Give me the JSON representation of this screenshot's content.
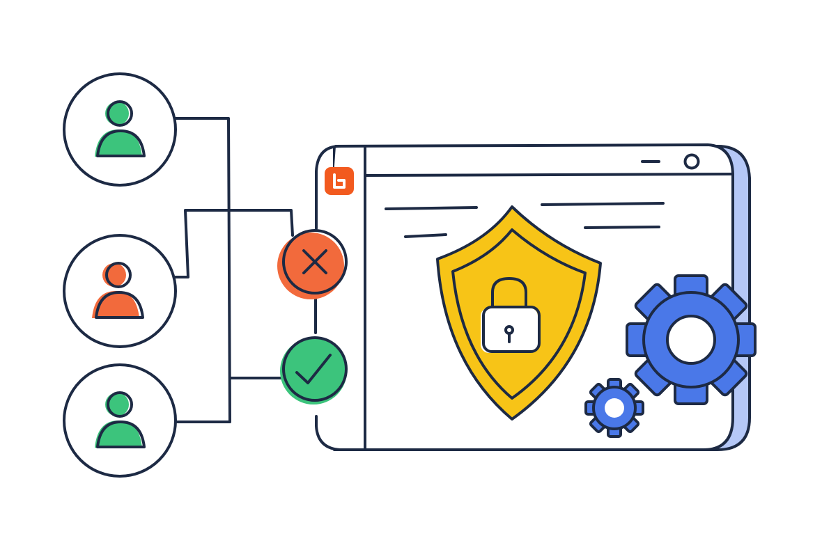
{
  "colors": {
    "outline": "#1d2a44",
    "allowed": "#3cc47c",
    "denied": "#f26a3c",
    "shield": "#f7c417",
    "gear": "#4a78e8",
    "window_shadow": "#b5c8f7",
    "logo": "#f25a1f"
  },
  "users": [
    {
      "icon": "user-icon",
      "status": "allowed"
    },
    {
      "icon": "user-icon",
      "status": "denied"
    },
    {
      "icon": "user-icon",
      "status": "allowed"
    }
  ],
  "decisions": [
    {
      "icon": "x-icon",
      "status": "denied"
    },
    {
      "icon": "check-icon",
      "status": "allowed"
    }
  ],
  "window": {
    "controls": [
      "minimize-icon",
      "maximize-icon"
    ],
    "logo_icon": "brand-logo-icon",
    "center_icon": "shield-lock-icon",
    "side_icons": [
      "large-gear-icon",
      "small-gear-icon"
    ]
  }
}
